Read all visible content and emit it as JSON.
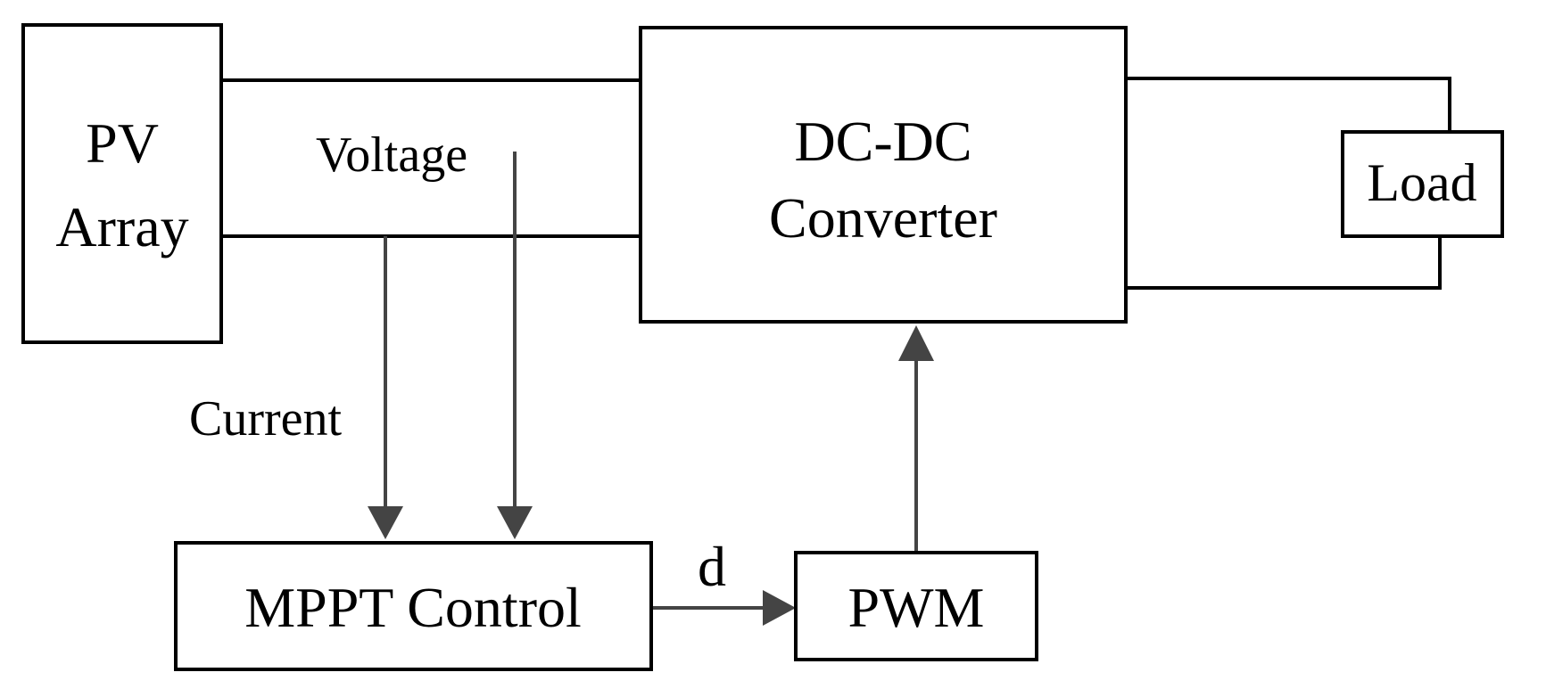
{
  "blocks": {
    "pv_array": {
      "line1": "PV",
      "line2": "Array"
    },
    "dcdc": {
      "line1": "DC-DC",
      "line2": "Converter"
    },
    "load": {
      "label": "Load"
    },
    "mppt": {
      "label": "MPPT Control"
    },
    "pwm": {
      "label": "PWM"
    }
  },
  "signals": {
    "voltage": "Voltage",
    "current": "Current",
    "duty": "d"
  },
  "colors": {
    "line": "#000000",
    "signal_line": "#444444",
    "background": "#ffffff"
  }
}
